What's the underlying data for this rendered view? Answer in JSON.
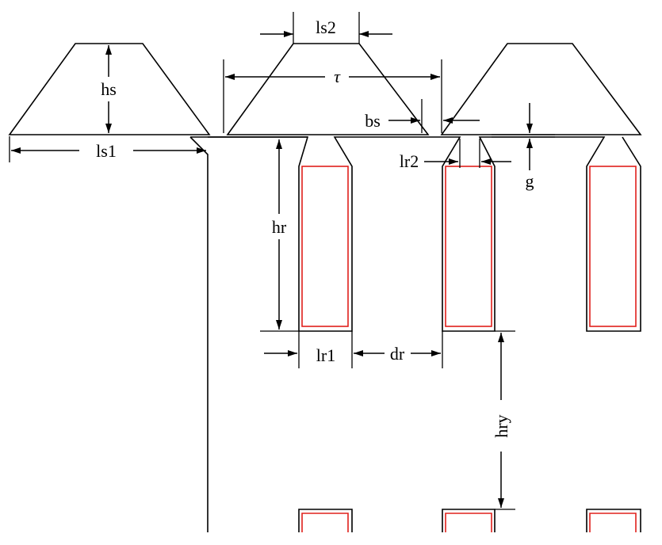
{
  "colors": {
    "stroke": "#000000",
    "coil": "#e0201c",
    "background": "#ffffff"
  },
  "labels": {
    "ls2": "ls2",
    "tau": "τ",
    "hs": "hs",
    "bs": "bs",
    "ls1": "ls1",
    "lr2": "lr2",
    "g": "g",
    "hr": "hr",
    "lr1": "lr1",
    "dr": "dr",
    "hry": "hry"
  }
}
